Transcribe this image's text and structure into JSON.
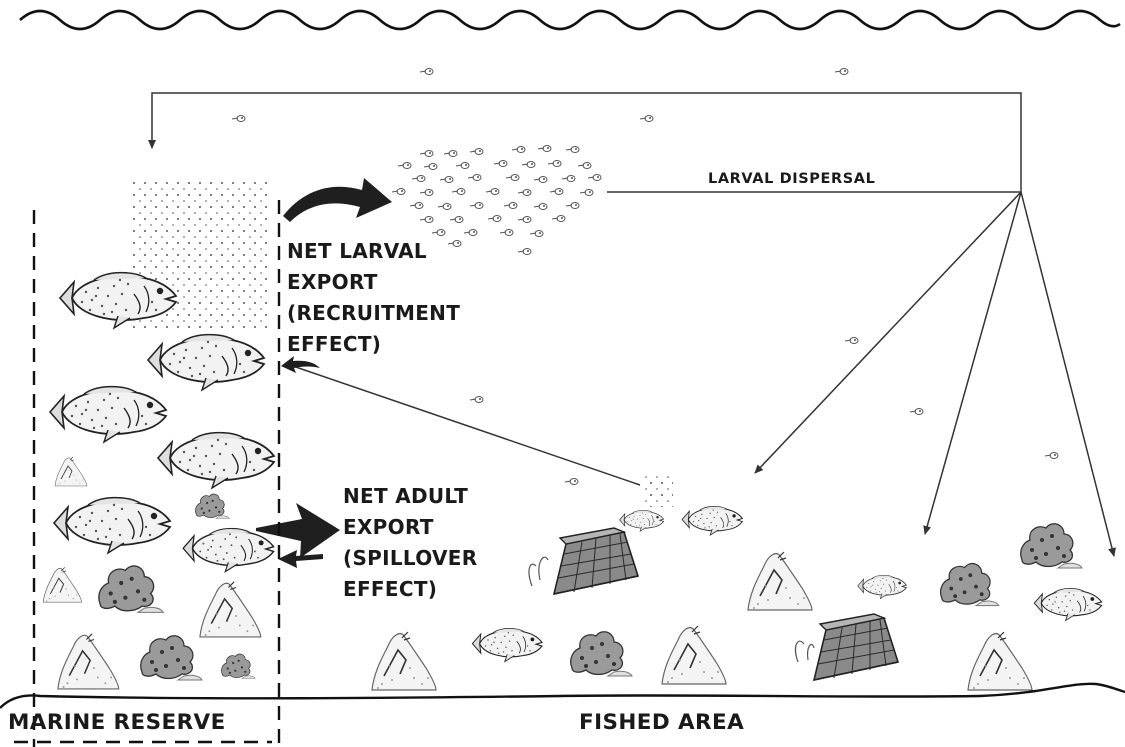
{
  "labels": {
    "larval_dispersal": "LARVAL DISPERSAL",
    "net_larval_export": [
      "NET LARVAL",
      "EXPORT",
      "(RECRUITMENT",
      "EFFECT)"
    ],
    "net_adult_export": [
      "NET ADULT",
      "EXPORT",
      "(SPILLOVER",
      "EFFECT)"
    ],
    "marine_reserve": "MARINE RESERVE",
    "fished_area": "FISHED AREA"
  },
  "icons": [
    "wave-surface",
    "larva-icon",
    "larvae-cloud",
    "egg-cloud",
    "grouper-fish-icon",
    "coral-icon",
    "sponge-icon",
    "fish-trap-icon",
    "curved-arrow",
    "double-arrow"
  ],
  "colors": {
    "ink": "#1a1a1a",
    "line": "#333333",
    "background": "#ffffff"
  }
}
